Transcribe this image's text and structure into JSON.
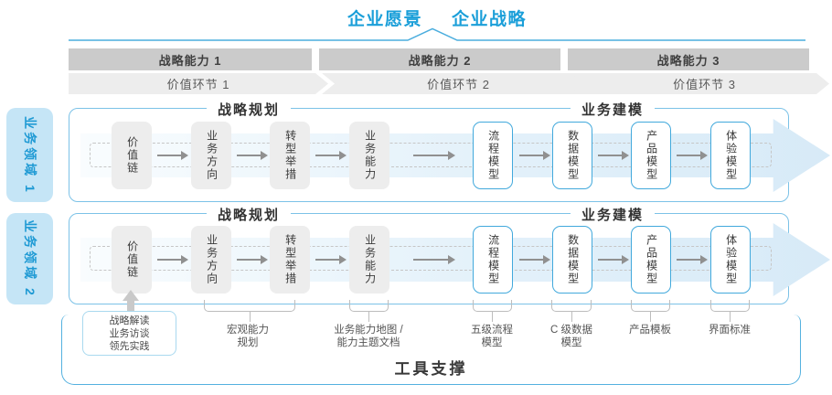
{
  "title": {
    "vision": "企业愿景",
    "strategy": "企业战略"
  },
  "capability_bars": [
    "战略能力 1",
    "战略能力 2",
    "战略能力 3"
  ],
  "value_links": [
    "价值环节 1",
    "价值环节 2",
    "价值环节 3"
  ],
  "domains": [
    "业务领域 1",
    "业务领域 2"
  ],
  "rows": [
    {
      "planning_header": "战略规划",
      "modeling_header": "业务建模",
      "gray_boxes": [
        "价值链",
        "业务方向",
        "转型举措",
        "业务能力"
      ],
      "blue_boxes": [
        "流程模型",
        "数据模型",
        "产品模型",
        "体验模型"
      ]
    },
    {
      "planning_header": "战略规划",
      "modeling_header": "业务建模",
      "gray_boxes": [
        "价值链",
        "业务方向",
        "转型举措",
        "业务能力"
      ],
      "blue_boxes": [
        "流程模型",
        "数据模型",
        "产品模型",
        "体验模型"
      ]
    }
  ],
  "bottom": {
    "note_box": {
      "lines": [
        "战略解读",
        "业务访谈",
        "领先实践"
      ]
    },
    "labels": [
      "宏观能力\n规划",
      "业务能力地图 /\n能力主题文档",
      "五级流程\n模型",
      "C 级数据\n模型",
      "产品模板",
      "界面标准"
    ],
    "tool_label": "工具支撑"
  },
  "colors": {
    "accent_blue": "#1b9fd9",
    "container_border": "#7cc2e7",
    "big_arrow_fill": "#d7eaf7",
    "gray_bar": "#cbcbcb",
    "value_band": "#ededed",
    "gray_box": "#ededed",
    "blue_box_border": "#42a9dc",
    "sidebar_fill": "#c5e5f6"
  }
}
